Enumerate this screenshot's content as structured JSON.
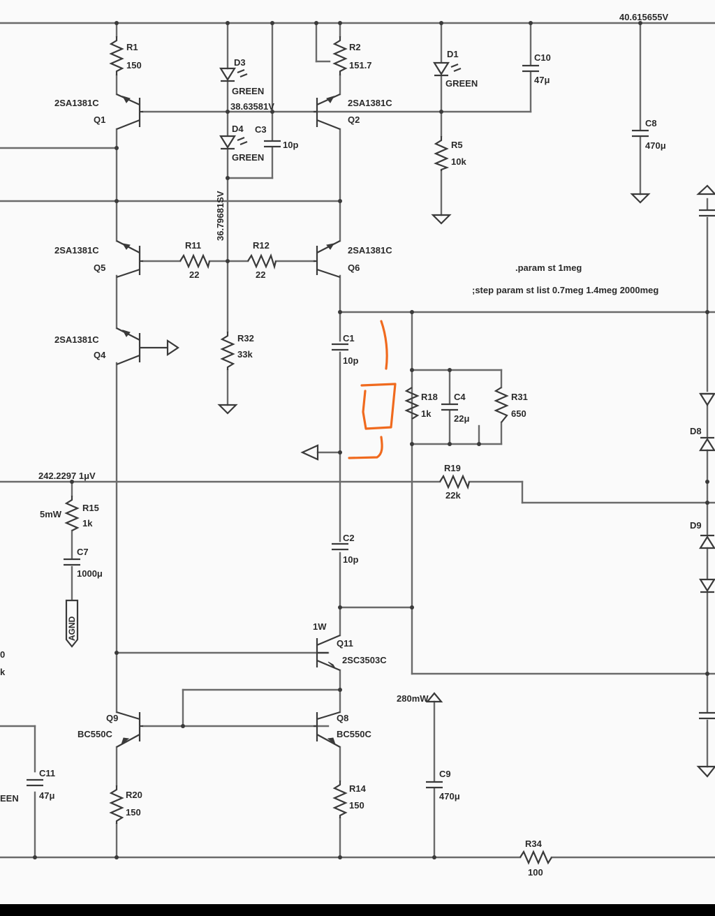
{
  "nets": {
    "v_top": "40.615655V",
    "v_mid": "38.63581V",
    "v_vert": "36.79681SV",
    "v_in": "242.2297 1μV",
    "v_power": "280mW",
    "p_r15": "5mW",
    "p_q11": "1W",
    "agnd": "AGND"
  },
  "directives": {
    "param": ".param st 1meg",
    "step": ";step param st list 0.7meg  1.4meg 2000meg"
  },
  "parts": {
    "r1": {
      "ref": "R1",
      "val": "150"
    },
    "r2": {
      "ref": "R2",
      "val": "151.7"
    },
    "r5": {
      "ref": "R5",
      "val": "10k"
    },
    "r11": {
      "ref": "R11",
      "val": "22"
    },
    "r12": {
      "ref": "R12",
      "val": "22"
    },
    "r32": {
      "ref": "R32",
      "val": "33k"
    },
    "r18": {
      "ref": "R18",
      "val": "1k"
    },
    "r31": {
      "ref": "R31",
      "val": "650"
    },
    "r19": {
      "ref": "R19",
      "val": "22k"
    },
    "r15": {
      "ref": "R15",
      "val": "1k"
    },
    "r20": {
      "ref": "R20",
      "val": "150"
    },
    "r14": {
      "ref": "R14",
      "val": "150"
    },
    "r34": {
      "ref": "R34",
      "val": "100"
    },
    "c1": {
      "ref": "C1",
      "val": "10p"
    },
    "c2": {
      "ref": "C2",
      "val": "10p"
    },
    "c3": {
      "ref": "C3",
      "val": "10p"
    },
    "c4": {
      "ref": "C4",
      "val": "22μ"
    },
    "c7": {
      "ref": "C7",
      "val": "1000μ"
    },
    "c8": {
      "ref": "C8",
      "val": "470μ"
    },
    "c9": {
      "ref": "C9",
      "val": "470μ"
    },
    "c10": {
      "ref": "C10",
      "val": "47μ"
    },
    "c11": {
      "ref": "C11",
      "val": "47μ"
    },
    "d1": {
      "ref": "D1",
      "val": "GREEN"
    },
    "d3": {
      "ref": "D3",
      "val": "GREEN"
    },
    "d4": {
      "ref": "D4",
      "val": "GREEN"
    },
    "d8": {
      "ref": "D8"
    },
    "d9": {
      "ref": "D9"
    },
    "q1": {
      "ref": "Q1",
      "val": "2SA1381C"
    },
    "q2": {
      "ref": "Q2",
      "val": "2SA1381C"
    },
    "q5": {
      "ref": "Q5",
      "val": "2SA1381C"
    },
    "q6": {
      "ref": "Q6",
      "val": "2SA1381C"
    },
    "q4": {
      "ref": "Q4",
      "val": "2SA1381C"
    },
    "q11": {
      "ref": "Q11",
      "val": "2SC3503C"
    },
    "q9": {
      "ref": "Q9",
      "val": "BC550C"
    },
    "q8": {
      "ref": "Q8",
      "val": "BC550C"
    }
  },
  "cut_off": {
    "left_a": "0",
    "left_b": "k",
    "left_een": "EEN"
  },
  "colors": {
    "wire": "#6a6a6a",
    "annotation": "#f06a1e",
    "background": "#fafafa"
  }
}
